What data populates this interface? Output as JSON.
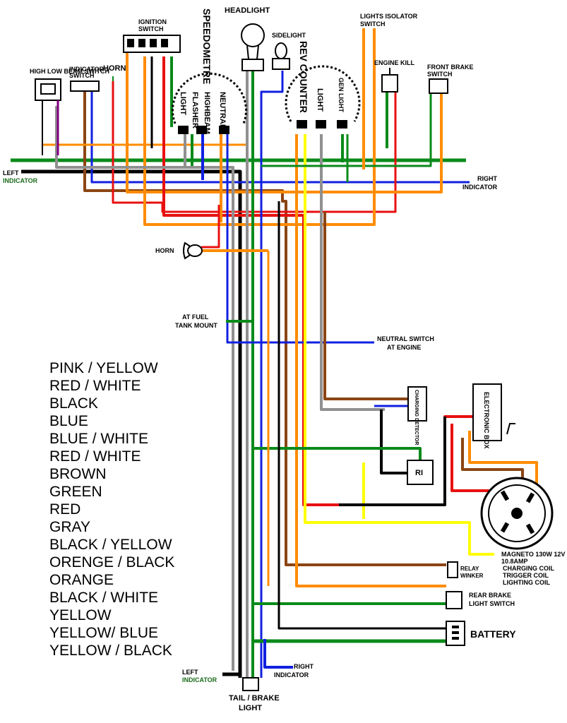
{
  "components": {
    "headlight": "HEADLIGHT",
    "sidelight": "SIDELIGHT",
    "ignition_switch": [
      "IGNITION",
      "SWITCH"
    ],
    "speedometre": "SPEEDOMETRE",
    "light": "LIGHT",
    "flasher": "FLASHER",
    "highbeam": "HIGHBEAM",
    "neutral": "NEUTRAL",
    "rev_counter": "REV COUNTER",
    "light2": "LIGHT",
    "gen_light": "GEN LIGHT",
    "lights_isolator": [
      "LIGHTS ISOLATOR",
      "SWITCH"
    ],
    "engine_kill": "ENGINE KILL",
    "front_brake": [
      "FRONT BRAKE",
      "SWITCH"
    ],
    "high_low_beam": "HIGH LOW BEAM SWITCH",
    "indicator_switch": [
      "INDICATOR",
      "SWITCH"
    ],
    "horn_top": "HORN",
    "left_indicator_top": [
      "LEFT",
      "INDICATOR"
    ],
    "right_indicator_top": [
      "RIGHT",
      "INDICATOR"
    ],
    "horn": "HORN",
    "fuel_tank": [
      "AT FUEL",
      "TANK MOUNT"
    ],
    "neutral_switch": [
      "NEUTRAL SWITCH",
      "AT ENGINE"
    ],
    "charging_detector": "CHARGING DETECTOR",
    "electronic_box": "ELECTRONIC BOX",
    "ri": "RI",
    "magneto": [
      "MAGNETO 130W 12V",
      "10.8AMP",
      "CHARGING COIL",
      "TRIGGER COIL",
      "LIGHTING COIL"
    ],
    "relay_winker": [
      "RELAY",
      "WINKER"
    ],
    "rear_brake": [
      "REAR BRAKE",
      "LIGHT SWITCH"
    ],
    "battery": "BATTERY",
    "left_indicator_bottom": [
      "LEFT",
      "INDICATOR"
    ],
    "right_indicator_bottom": [
      "RIGHT",
      "INDICATOR"
    ],
    "tail_light": [
      "TAIL / BRAKE",
      "LIGHT"
    ]
  },
  "legend": [
    "PINK / YELLOW",
    "RED / WHITE",
    "BLACK",
    "BLUE",
    "BLUE / WHITE",
    "RED / WHITE",
    "BROWN",
    "GREEN",
    "RED",
    "GRAY",
    "BLACK / YELLOW",
    "ORENGE / BLACK",
    "ORANGE",
    "BLACK / WHITE",
    "YELLOW",
    "YELLOW/ BLUE",
    "YELLOW / BLACK"
  ],
  "wire_colors": {
    "green": "#0a8a1a",
    "orange": "#ff8c00",
    "red": "#e81010",
    "blue": "#1020e0",
    "black": "#000000",
    "brown": "#8b4513",
    "gray": "#909090",
    "yellow": "#ffff00",
    "white": "#ffffff",
    "pink": "#ff69b4",
    "purple": "#800080"
  }
}
